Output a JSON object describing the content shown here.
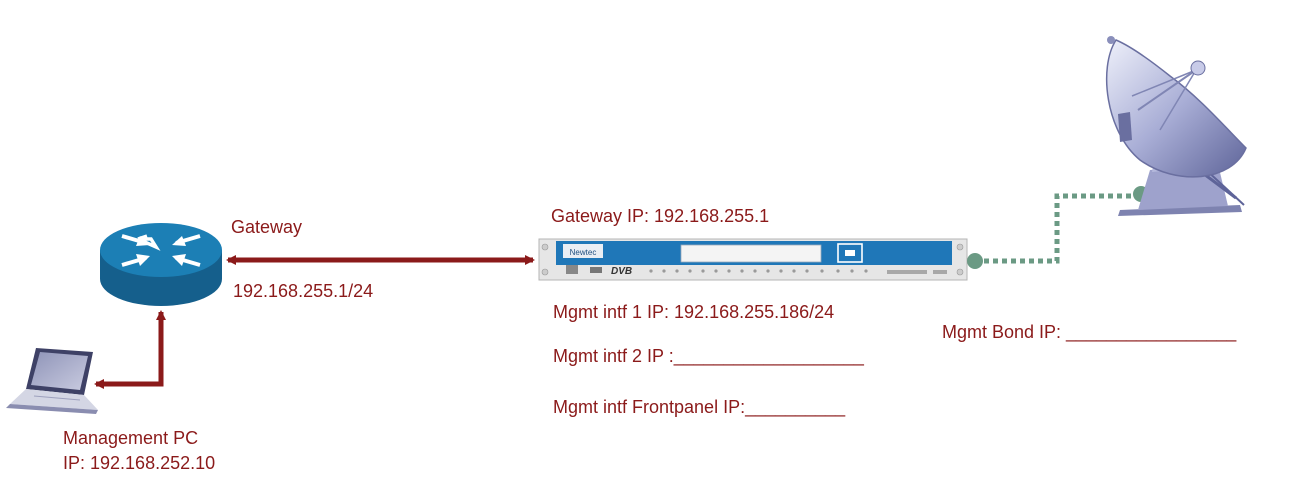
{
  "colors": {
    "accent": "#8b1a1a",
    "router": "#1c7fb5",
    "device_blue": "#1f77b8",
    "link_green": "#6b9a84"
  },
  "devices": {
    "router": {
      "label": "Gateway",
      "ip": "192.168.255.1/24"
    },
    "management_pc": {
      "label": "Management PC",
      "ip": "IP: 192.168.252.10"
    },
    "modulator": {
      "brand": "Newtec",
      "front_logo": "DVB",
      "gateway_ip": "Gateway IP: 192.168.255.1",
      "mgmt_intf_1": "Mgmt intf 1 IP: 192.168.255.186/24",
      "mgmt_intf_2": "Mgmt intf 2 IP :___________________",
      "mgmt_intf_frontpanel": "Mgmt intf Frontpanel IP:__________"
    },
    "satellite_dish": {
      "mgmt_bond": "Mgmt Bond IP: _________________"
    }
  }
}
